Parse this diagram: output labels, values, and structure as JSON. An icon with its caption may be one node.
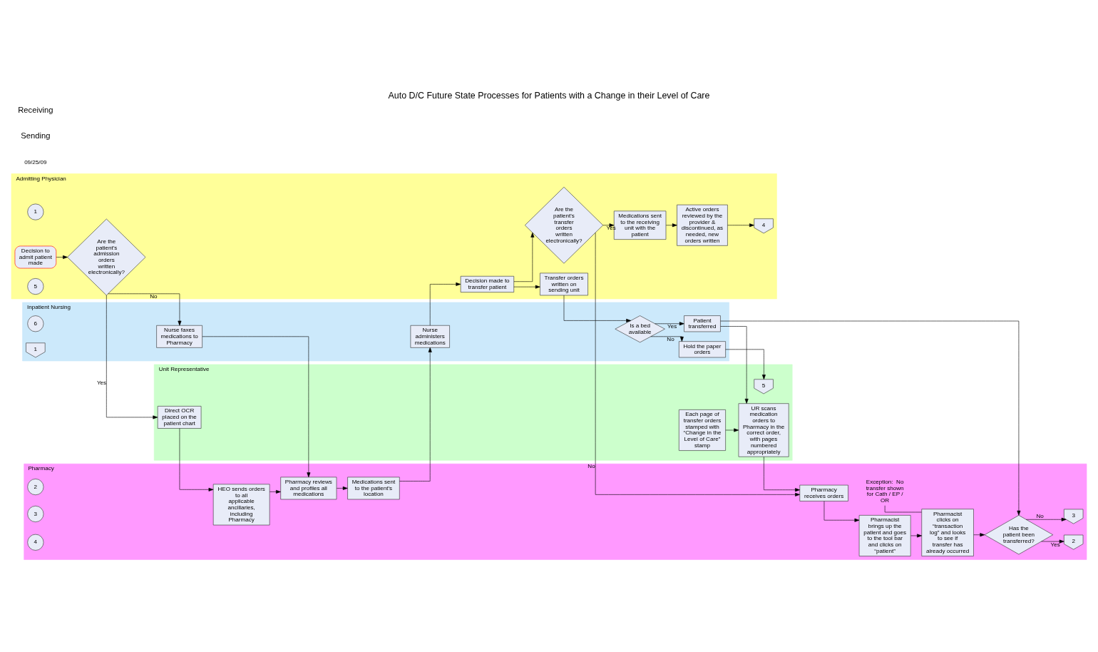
{
  "diagram": {
    "title": "Auto D/C Future State Processes for Patients with a Change in their Level of Care",
    "nodes": [
      {
        "text": [
          "Admitting Physician"
        ]
      },
      {
        "text": [
          "Inpatient Nursing"
        ]
      },
      {
        "text": [
          "Pharmacy"
        ]
      },
      {
        "text": [
          "Unit Representative"
        ]
      },
      {
        "text": [
          "1"
        ],
        "in": 0
      },
      {
        "text": [
          "Decision to admit patient made"
        ],
        "in": 0
      },
      {
        "text": [
          "Are the patient's admission orders written electronically?"
        ],
        "in": 0
      },
      {
        "text": [
          "Decision made to transfer patient"
        ],
        "in": 0
      },
      {
        "text": [
          "5"
        ],
        "in": 0
      },
      {
        "text": [
          "Transfer orders written on sending unit"
        ],
        "in": 0
      },
      {
        "text": [
          "Are the patient's transfer orders written electronically?"
        ],
        "in": 0
      },
      {
        "text": [
          "Medications sent to the receiving unit with the patient"
        ],
        "in": 0
      },
      {
        "text": [
          "Active orders reviewed by the provider & discontinued, as needed, new orders written"
        ],
        "in": 0
      },
      {
        "text": [
          "4"
        ],
        "in": 0
      },
      {
        "text": [
          "Nurse faxes medications to Pharmacy"
        ],
        "in": 1
      },
      {
        "text": [
          "Nurse administers medications"
        ],
        "in": 1
      },
      {
        "text": [
          "Is a bed available"
        ],
        "in": 1
      },
      {
        "text": [
          "Hold the paper orders"
        ],
        "in": 1
      },
      {
        "text": [
          "6"
        ],
        "in": 1
      },
      {
        "text": [
          "Patient transferred"
        ],
        "in": 1
      },
      {
        "text": [
          "1"
        ],
        "in": 1
      },
      {
        "text": [
          "2"
        ],
        "in": 2
      },
      {
        "text": [
          "HEO sends orders to all applicable ancillaries, including Pharmacy"
        ],
        "in": 2
      },
      {
        "text": [
          "Pharmacy reviews and profiles all medications"
        ],
        "in": 2
      },
      {
        "text": [
          "3"
        ],
        "in": 2
      },
      {
        "text": [
          "Medications sent to the patient's location"
        ],
        "in": 2
      },
      {
        "text": [
          "4"
        ],
        "in": 2
      },
      {
        "text": [
          "Exception:  No transfer shown for Cath / EP / OR"
        ],
        "in": 2
      },
      {
        "text": [
          "Pharmacy receives orders"
        ],
        "in": 2
      },
      {
        "text": [
          "Pharmacist brings up the patient and goes to the tool bar and clicks on “patient”"
        ],
        "in": 2
      },
      {
        "text": [
          "Pharmacist clicks on “transaction log” and looks to see if transfer has already occurred"
        ],
        "in": 2
      },
      {
        "text": [
          "Has the patient been transferred?"
        ],
        "in": 2
      },
      {
        "text": [
          "2"
        ],
        "in": 2
      },
      {
        "text": [
          "3"
        ],
        "in": 2
      },
      {
        "text": [
          "Direct OCR placed on the patient chart"
        ],
        "in": 3
      },
      {
        "text": [
          "Each page of transfer orders stamped with “Change in the Level of Care” stamp"
        ],
        "in": 3
      },
      {
        "text": [
          "UR scans medication orders to Pharmacy in the correct order, with pages numbered appropriately"
        ],
        "in": 3
      },
      {
        "text": [
          "5"
        ],
        "in": 3
      }
    ],
    "edges": [
      {
        "from": 5,
        "to": 6,
        "arrow": "to"
      },
      {
        "from": 6,
        "to": 14,
        "arrow": "to",
        "label": "No"
      },
      {
        "from": 6,
        "to": 34,
        "arrow": "to",
        "label": "Yes"
      },
      {
        "from": 14,
        "to": 23,
        "arrow": "to"
      },
      {
        "from": 22,
        "to": 23,
        "arrow": "to"
      },
      {
        "from": 23,
        "to": 25,
        "arrow": "to"
      },
      {
        "from": 25,
        "to": 15,
        "arrow": "to"
      },
      {
        "from": 15,
        "to": 7,
        "arrow": "to"
      },
      {
        "from": 7,
        "to": 9,
        "arrow": "to"
      },
      {
        "from": 7,
        "to": 10,
        "arrow": "to"
      },
      {
        "from": 9,
        "to": 16,
        "arrow": "to"
      },
      {
        "from": 10,
        "to": 11,
        "arrow": "to",
        "label": "Yes"
      },
      {
        "from": 10,
        "to": 28,
        "arrow": "to",
        "label": "No"
      },
      {
        "from": 11,
        "to": 12,
        "arrow": "to"
      },
      {
        "from": 12,
        "to": 13,
        "arrow": "to"
      },
      {
        "from": 16,
        "to": 19,
        "arrow": "to",
        "label": "Yes"
      },
      {
        "from": 16,
        "to": 17,
        "arrow": "to",
        "label": "No"
      },
      {
        "from": 17,
        "to": 37,
        "arrow": "to"
      },
      {
        "from": 19,
        "to": 31,
        "arrow": "to"
      },
      {
        "from": 19,
        "to": 36,
        "arrow": "to"
      },
      {
        "from": 34,
        "to": 22,
        "arrow": "to"
      },
      {
        "from": 35,
        "to": 36,
        "arrow": "to"
      },
      {
        "from": 36,
        "to": 28,
        "arrow": "to"
      },
      {
        "from": 28,
        "to": 29,
        "arrow": "to"
      },
      {
        "from": 29,
        "to": 30,
        "arrow": "to"
      },
      {
        "from": 30,
        "to": 31,
        "arrow": "to"
      },
      {
        "from": 31,
        "to": 32,
        "arrow": "to",
        "label": "Yes"
      },
      {
        "from": 31,
        "to": 33,
        "arrow": "to",
        "label": "No"
      },
      {
        "from": 27,
        "to": 30,
        "arrow": "none"
      }
    ],
    "labels": [
      "09/25/09",
      "Sending",
      "Receiving"
    ]
  }
}
